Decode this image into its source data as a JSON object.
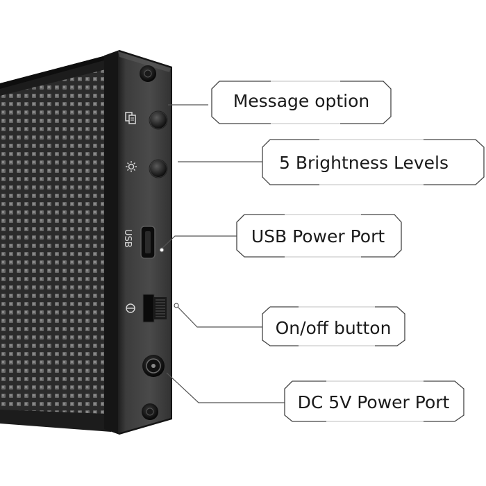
{
  "device": {
    "panel_labels": {
      "usb": "USB"
    },
    "icons": {
      "mode": "message-mode-icon",
      "brightness": "brightness-sun-icon",
      "power": "power-symbol-icon"
    }
  },
  "callouts": [
    {
      "id": "message",
      "label": "Message option"
    },
    {
      "id": "brightness",
      "label": "5 Brightness Levels"
    },
    {
      "id": "usb",
      "label": "USB Power Port"
    },
    {
      "id": "onoff",
      "label": "On/off button"
    },
    {
      "id": "dc",
      "label": "DC 5V Power Port"
    }
  ]
}
